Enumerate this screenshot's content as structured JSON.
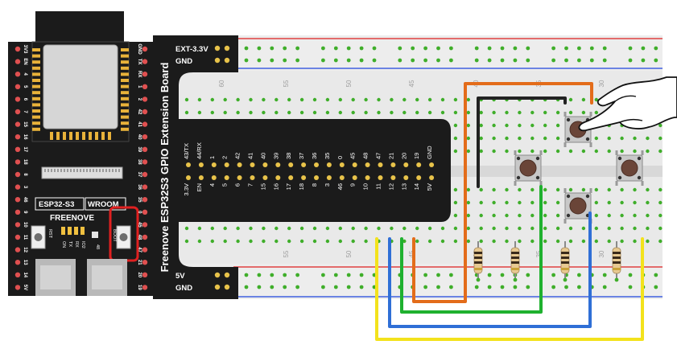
{
  "board": {
    "title": "Freenove ESP32S3 GPIO Extension Board",
    "module_label": "ESP32-S3",
    "module_label2": "WROOM",
    "brand": "FREENOVE",
    "left_pins": [
      "3V3",
      "EN",
      "4",
      "5",
      "6",
      "7",
      "15",
      "16",
      "17",
      "18",
      "8",
      "3",
      "46",
      "9",
      "10",
      "11",
      "12",
      "13",
      "14",
      "5V"
    ],
    "right_pins": [
      "GND",
      "TX",
      "RX",
      "1",
      "2",
      "42",
      "41",
      "40",
      "39",
      "38",
      "37",
      "36",
      "35",
      "0",
      "45",
      "48",
      "47",
      "21",
      "20",
      "19"
    ],
    "led_labels": [
      "ON",
      "TX",
      "RX",
      "IO2"
    ],
    "btn_label_left": "RST",
    "btn_label_right": "BOOT",
    "io48_label": "48"
  },
  "header_top": [
    "43/TX",
    "44/RX",
    "1",
    "2",
    "42",
    "41",
    "40",
    "39",
    "38",
    "37",
    "36",
    "35",
    "0",
    "45",
    "48",
    "47",
    "21",
    "20",
    "19",
    "GND"
  ],
  "header_bottom": [
    "3.3V",
    "EN",
    "4",
    "5",
    "6",
    "7",
    "15",
    "16",
    "17",
    "18",
    "8",
    "3",
    "46",
    "9",
    "10",
    "11",
    "12",
    "13",
    "14",
    "5V"
  ],
  "rails": {
    "top_plus": "EXT-3.3V",
    "top_minus": "GND",
    "bottom_plus": "5V",
    "bottom_minus": "GND"
  },
  "column_numbers_top": [
    "60",
    "55",
    "50",
    "45",
    "40",
    "35",
    "30"
  ],
  "column_numbers_bottom": [
    "55",
    "50",
    "45",
    "40",
    "35",
    "30"
  ],
  "colors": {
    "wire_orange": "#e36c1a",
    "wire_black": "#222222",
    "wire_green": "#1fb12f",
    "wire_blue": "#2f6fd6",
    "wire_yellow": "#f3e21c",
    "highlight": "#e02020",
    "breadboard": "#e6e6e6",
    "hole_green": "#3fae2a",
    "rail_red": "#e04040",
    "rail_blue": "#4060e0"
  },
  "icons": [
    "pointing-hand-icon",
    "push-button-icon",
    "resistor-icon"
  ]
}
